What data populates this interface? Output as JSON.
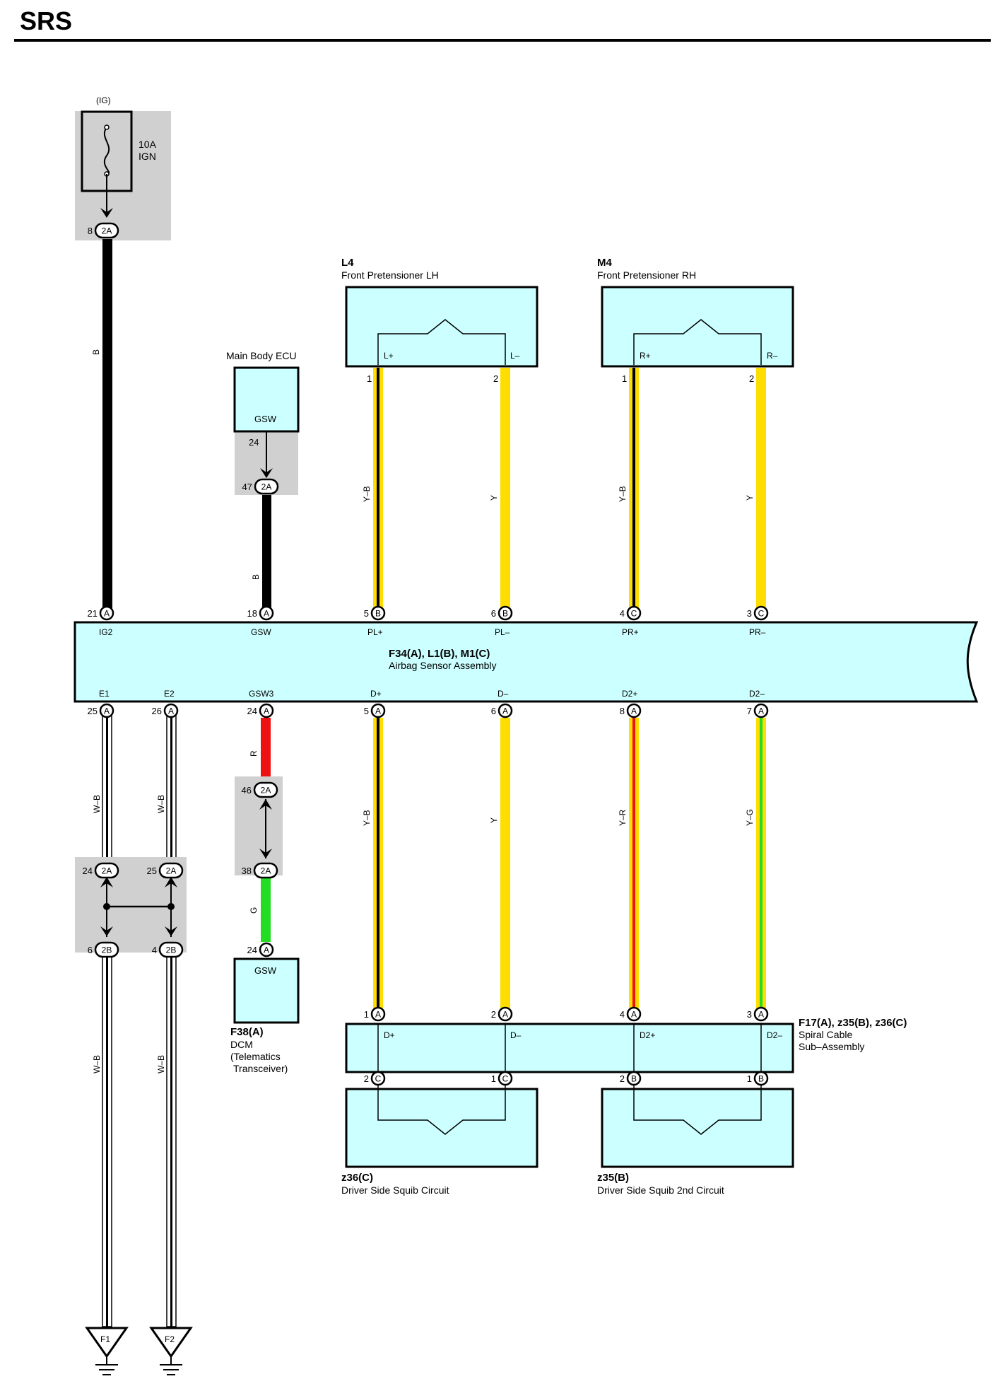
{
  "page_title": "SRS",
  "fuse": {
    "circuit": "(IG)",
    "rating": "10A",
    "name": "IGN",
    "pin": "8",
    "connector": "2A"
  },
  "main_body_ecu": {
    "title": "Main Body ECU",
    "terminal": "GSW",
    "pin": "24",
    "junction_pin": "47",
    "junction_connector": "2A"
  },
  "pretensioner_lh": {
    "code": "L4",
    "name": "Front Pretensioner LH",
    "t1": "L+",
    "t2": "L–",
    "p1": "1",
    "p2": "2"
  },
  "pretensioner_rh": {
    "code": "M4",
    "name": "Front Pretensioner RH",
    "t1": "R+",
    "t2": "R–",
    "p1": "1",
    "p2": "2"
  },
  "airbag_sensor": {
    "code": "F34(A), L1(B), M1(C)",
    "name": "Airbag Sensor Assembly",
    "top_terminals": [
      {
        "pin": "21",
        "conn": "A",
        "label": "IG2"
      },
      {
        "pin": "18",
        "conn": "A",
        "label": "GSW"
      },
      {
        "pin": "5",
        "conn": "B",
        "label": "PL+"
      },
      {
        "pin": "6",
        "conn": "B",
        "label": "PL–"
      },
      {
        "pin": "4",
        "conn": "C",
        "label": "PR+"
      },
      {
        "pin": "3",
        "conn": "C",
        "label": "PR–"
      }
    ],
    "bottom_terminals": [
      {
        "pin": "25",
        "conn": "A",
        "label": "E1"
      },
      {
        "pin": "26",
        "conn": "A",
        "label": "E2"
      },
      {
        "pin": "24",
        "conn": "A",
        "label": "GSW3"
      },
      {
        "pin": "5",
        "conn": "A",
        "label": "D+"
      },
      {
        "pin": "6",
        "conn": "A",
        "label": "D–"
      },
      {
        "pin": "8",
        "conn": "A",
        "label": "D2+"
      },
      {
        "pin": "7",
        "conn": "A",
        "label": "D2–"
      }
    ]
  },
  "wires": {
    "ig2": "B",
    "gsw": "B",
    "pl_plus": "Y–B",
    "pl_minus": "Y",
    "pr_plus": "Y–B",
    "pr_minus": "Y",
    "e1_upper": "W–B",
    "e2_upper": "W–B",
    "e1_lower": "W–B",
    "e2_lower": "W–B",
    "gsw3_upper": "R",
    "gsw3_lower": "G",
    "d_plus": "Y–B",
    "d_minus": "Y",
    "d2_plus": "Y–R",
    "d2_minus": "Y–G"
  },
  "junction_e": {
    "pin_e1_top": "24",
    "pin_e2_top": "25",
    "conn_top": "2A",
    "pin_e1_bottom": "6",
    "pin_e2_bottom": "4",
    "conn_bottom": "2B"
  },
  "junction_gsw3": {
    "pin_top": "46",
    "pin_bottom": "38",
    "conn": "2A"
  },
  "dcm": {
    "pin": "24",
    "conn": "A",
    "terminal": "GSW",
    "code": "F38(A)",
    "line1": "DCM",
    "line2": "(Telematics",
    "line3": "Transceiver)"
  },
  "spiral_cable": {
    "code": "F17(A), z35(B), z36(C)",
    "line1": "Spiral Cable",
    "line2": "Sub–Assembly",
    "top_pins": [
      {
        "pin": "1",
        "conn": "A",
        "label": "D+"
      },
      {
        "pin": "2",
        "conn": "A",
        "label": "D–"
      },
      {
        "pin": "4",
        "conn": "A",
        "label": "D2+"
      },
      {
        "pin": "3",
        "conn": "A",
        "label": "D2–"
      }
    ],
    "bottom_pins": [
      {
        "pin": "2",
        "conn": "C"
      },
      {
        "pin": "1",
        "conn": "C"
      },
      {
        "pin": "2",
        "conn": "B"
      },
      {
        "pin": "1",
        "conn": "B"
      }
    ]
  },
  "squib1": {
    "code": "z36(C)",
    "name": "Driver Side Squib Circuit"
  },
  "squib2": {
    "code": "z35(B)",
    "name": "Driver Side Squib 2nd Circuit"
  },
  "grounds": {
    "g1": "F1",
    "g2": "F2"
  },
  "colors": {
    "B": "#000000",
    "Y": "#ffdd00",
    "R": "#ee1111",
    "G": "#22dd22",
    "W": "#ffffff",
    "box": "#ccffff",
    "shade": "#d0d0d0"
  }
}
